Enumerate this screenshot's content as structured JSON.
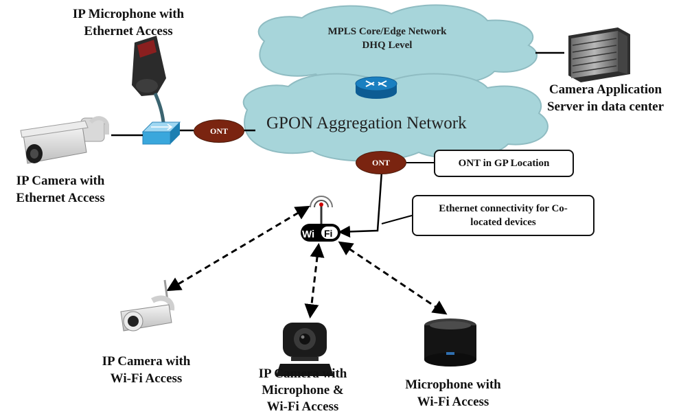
{
  "nodes": {
    "ip_microphone_ethernet": "IP Microphone with Ethernet Access",
    "ip_camera_ethernet": "IP Camera with Ethernet Access",
    "camera_app_server": "Camera Application Server in data center",
    "ip_camera_wifi": "IP Camera with Wi-Fi Access",
    "ip_camera_mic_wifi": "IP Camera with Microphone & Wi-Fi Access",
    "microphone_wifi": "Microphone with Wi-Fi Access"
  },
  "label_lines": {
    "ip_microphone_ethernet": [
      "IP Microphone with",
      "Ethernet Access"
    ],
    "ip_camera_ethernet": [
      "IP Camera with",
      "Ethernet Access"
    ],
    "camera_app_server": [
      "Camera Application",
      "Server in data center"
    ],
    "ip_camera_wifi": [
      "IP Camera with",
      "Wi-Fi Access"
    ],
    "ip_camera_mic_wifi": [
      "IP Camera with",
      "Microphone &",
      "Wi-Fi Access"
    ],
    "microphone_wifi": [
      "Microphone with",
      "Wi-Fi Access"
    ]
  },
  "clouds": {
    "mpls": [
      "MPLS Core/Edge Network",
      "DHQ Level"
    ],
    "gpon": "GPON Aggregation Network"
  },
  "ont": {
    "left": "ONT",
    "gp": "ONT"
  },
  "callouts": {
    "ont_gp_location": "ONT in GP Location",
    "ethernet_colocated": [
      "Ethernet connectivity for Co-",
      "located devices"
    ]
  },
  "wifi_logo": {
    "left": "Wi",
    "right": "Fi"
  },
  "colors": {
    "cloud_fill": "#a7d5da",
    "cloud_stroke": "#8fbcc2",
    "ont_fill": "#7a2410",
    "router_blue": "#1a7fc0",
    "switch_blue": "#3aa7dc",
    "line": "#000000"
  }
}
